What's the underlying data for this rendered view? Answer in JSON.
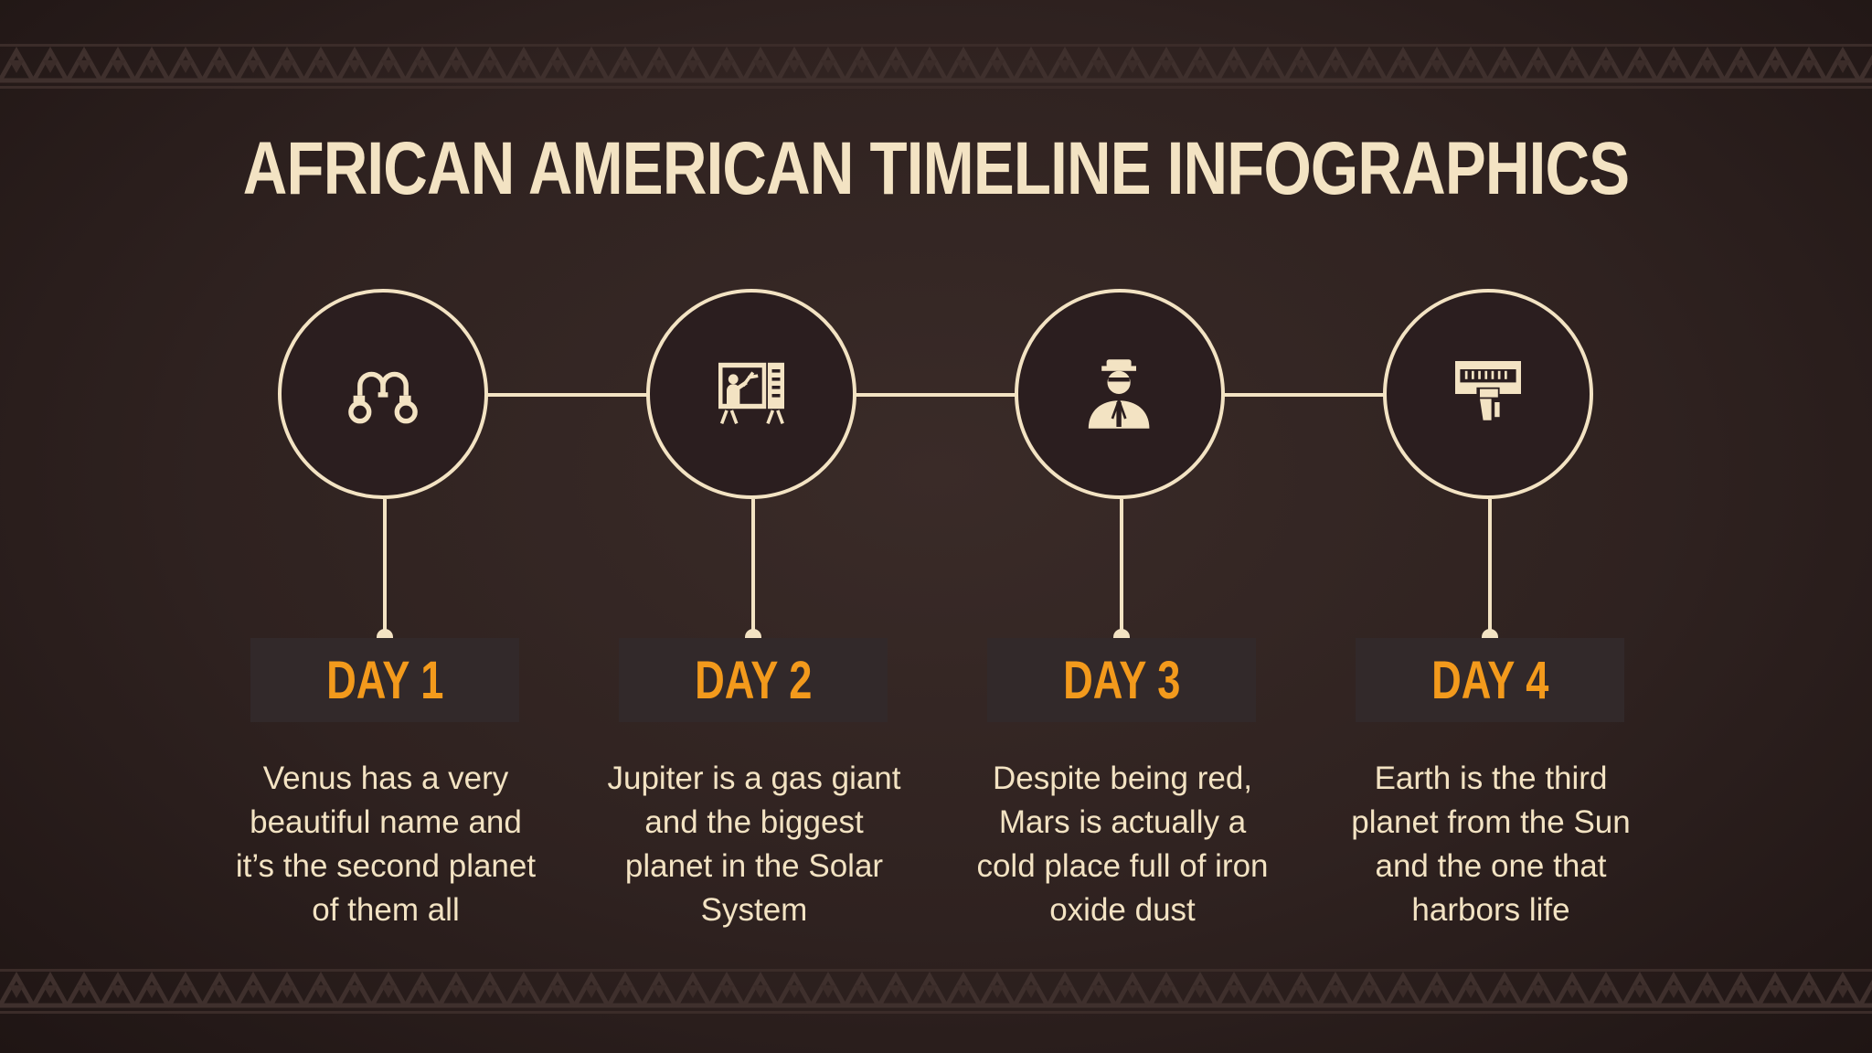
{
  "title": "AFRICAN AMERICAN TIMELINE INFOGRAPHICS",
  "colors": {
    "background": "#2f2220",
    "cream": "#f3e3c3",
    "accent": "#f39a1c",
    "box": "#32292a"
  },
  "steps": [
    {
      "label": "DAY 1",
      "icon": "handcuffs-icon",
      "description": "Venus has a very beautiful name and it’s the second planet of them all"
    },
    {
      "label": "DAY 2",
      "icon": "teacher-blackboard-icon",
      "description": "Jupiter is a gas giant and the biggest planet in the Solar System"
    },
    {
      "label": "DAY 3",
      "icon": "person-bust-icon",
      "description": "Despite being red, Mars is actually a cold place full of iron oxide dust"
    },
    {
      "label": "DAY 4",
      "icon": "voting-ballot-icon",
      "description": "Earth is the third planet from the Sun and the one that harbors life"
    }
  ]
}
